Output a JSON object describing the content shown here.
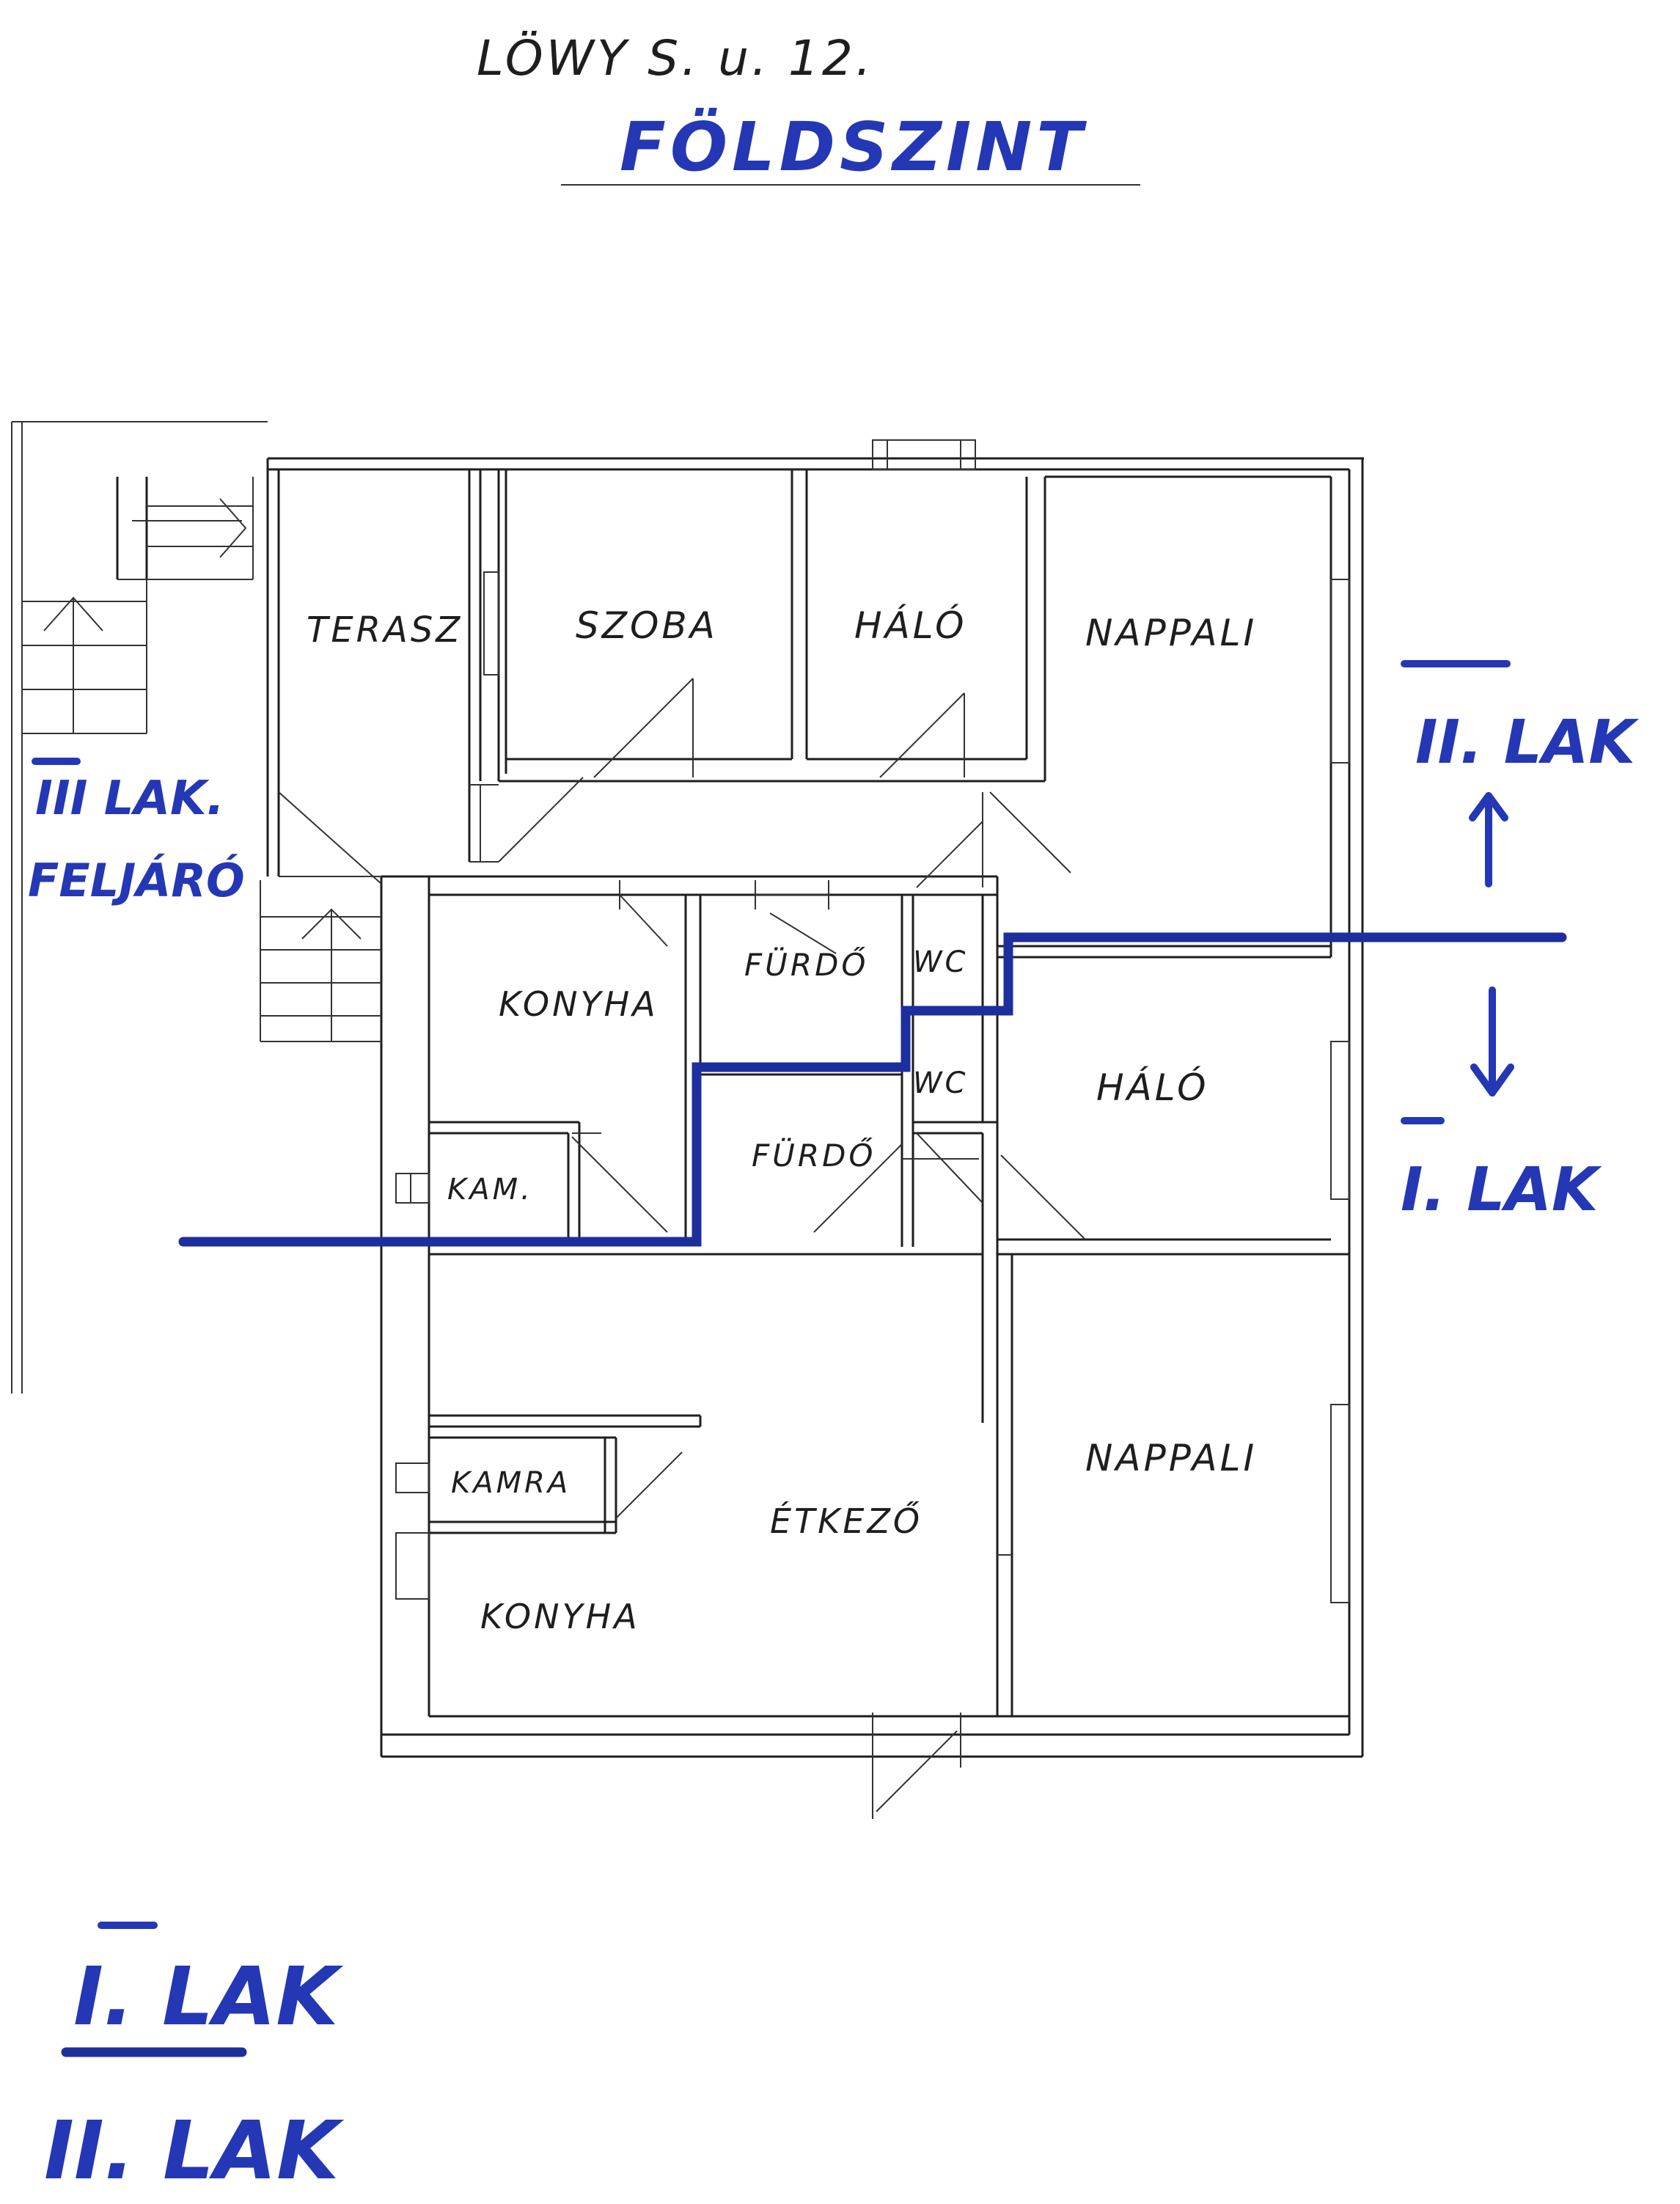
{
  "header": {
    "address": "LÖWY S. u. 12.",
    "floor": "FÖLDSZINT"
  },
  "rooms": {
    "terasz": "TERASZ",
    "szoba": "SZOBA",
    "halo_top": "HÁLÓ",
    "nappali_top": "NAPPALI",
    "konyha_top": "KONYHA",
    "furdo_top": "FÜRDŐ",
    "wc_top": "WC",
    "wc_mid": "WC",
    "halo_mid": "HÁLÓ",
    "furdo_mid": "FÜRDŐ",
    "kam": "KAM.",
    "kamra": "KAMRA",
    "etkezo": "ÉTKEZŐ",
    "nappali_bottom": "NAPPALI",
    "konyha_bottom": "KONYHA"
  },
  "labels": {
    "lak3_title": "III LAK.",
    "lak3_sub": "FELJÁRÓ",
    "lak2_right": "II. LAK",
    "lak1_right": "I. LAK",
    "legend_1": "I. LAK",
    "legend_2": "II. LAK"
  },
  "colors": {
    "ink_blue": "#2437b5",
    "divider_blue": "#1c2f9c",
    "pencil": "#1e1e1e"
  }
}
